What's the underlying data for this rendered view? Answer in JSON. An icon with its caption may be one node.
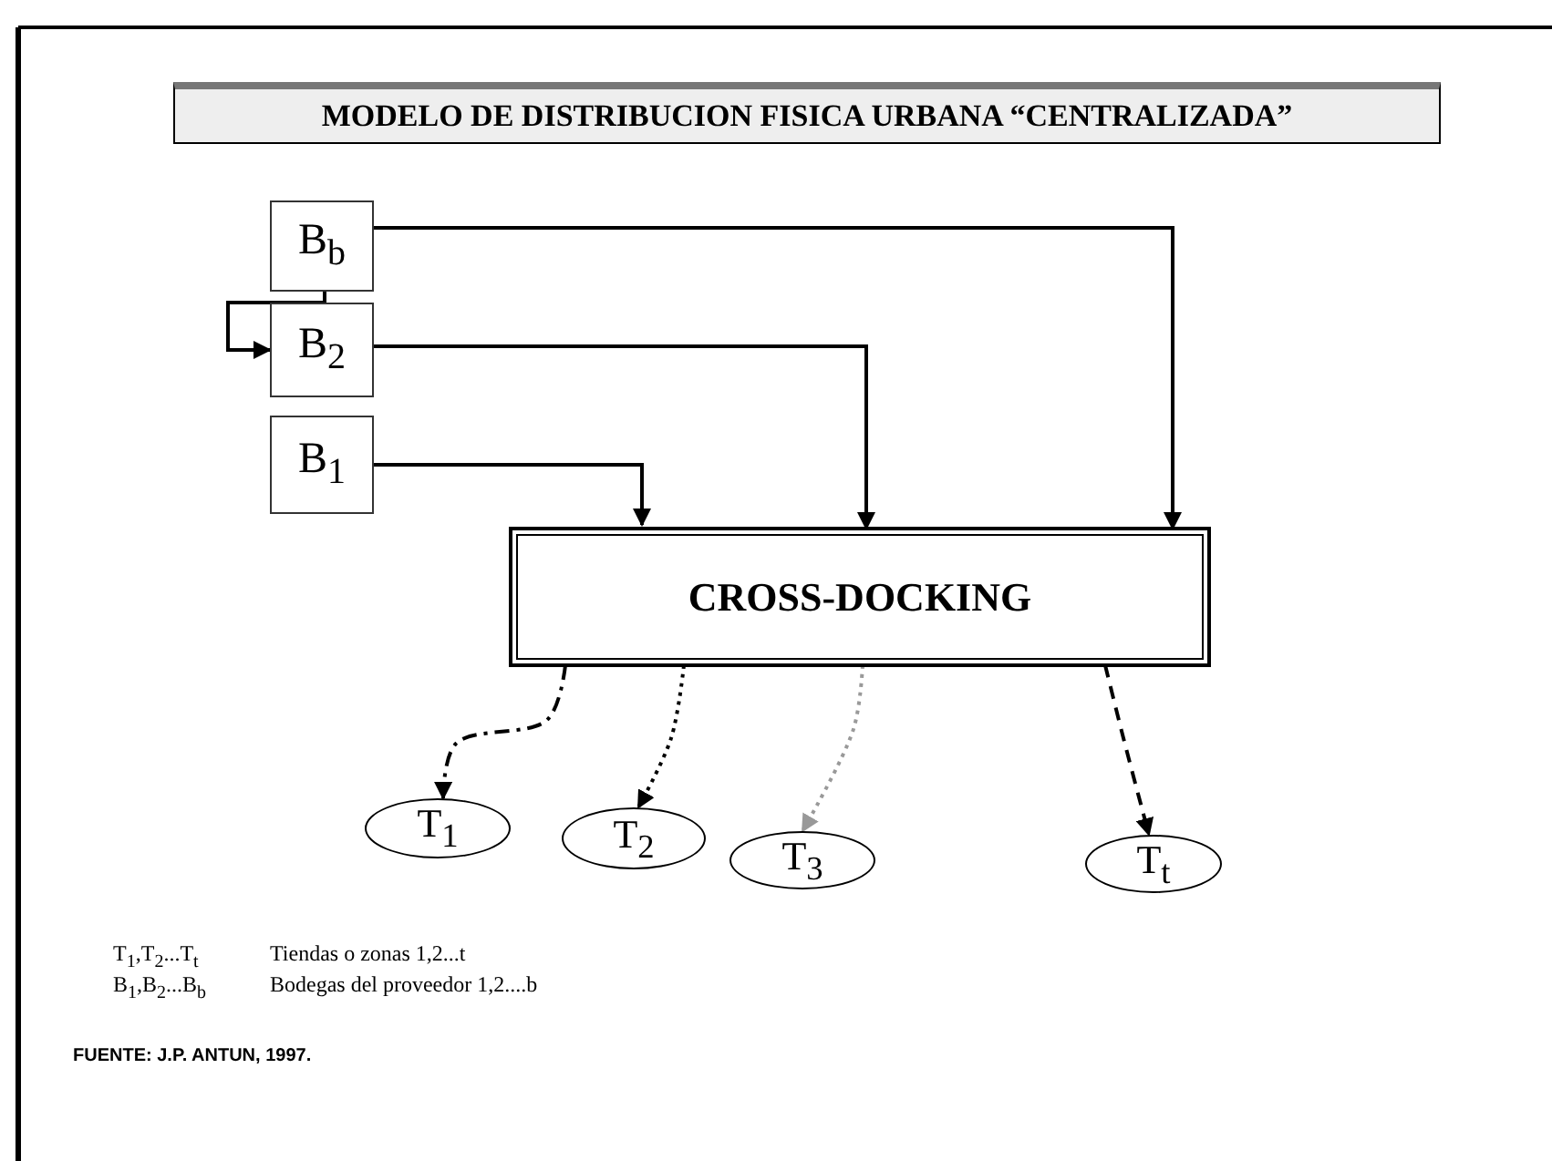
{
  "diagram": {
    "title": "MODELO DE DISTRIBUCION FISICA URBANA “CENTRALIZADA”",
    "nodes": [
      {
        "text": [
          "B$_{b}$"
        ]
      },
      {
        "text": [
          "B$_{2}$"
        ]
      },
      {
        "text": [
          "B$_{1}$"
        ]
      },
      {
        "text": [
          "CROSS-DOCKING"
        ]
      },
      {
        "text": [
          "T$_{1}$"
        ]
      },
      {
        "text": [
          "T$_{2}$"
        ]
      },
      {
        "text": [
          "T$_{3}$"
        ]
      },
      {
        "text": [
          "T$_{t}$"
        ]
      }
    ],
    "edges": [
      {
        "from": 0,
        "to": 1,
        "arrow": "to"
      },
      {
        "from": 0,
        "to": 3,
        "arrow": "to"
      },
      {
        "from": 1,
        "to": 3,
        "arrow": "to"
      },
      {
        "from": 2,
        "to": 3,
        "arrow": "to"
      },
      {
        "from": 3,
        "to": 4,
        "arrow": "to",
        "style": "dashed"
      },
      {
        "from": 3,
        "to": 5,
        "arrow": "to",
        "style": "dashed"
      },
      {
        "from": 3,
        "to": 6,
        "arrow": "to",
        "style": "dashed",
        "color": "#999999"
      },
      {
        "from": 3,
        "to": 7,
        "arrow": "to",
        "style": "dashed"
      }
    ],
    "labels": [
      "T$_{1}$,T$_{2}$...T$_{t}$",
      "Tiendas o zonas 1,2...t",
      "B$_{1}$,B$_{2}$...B$_{b}$",
      "Bodegas del proveedor 1,2....b",
      "FUENTE: J.P. ANTUN, 1997."
    ]
  }
}
